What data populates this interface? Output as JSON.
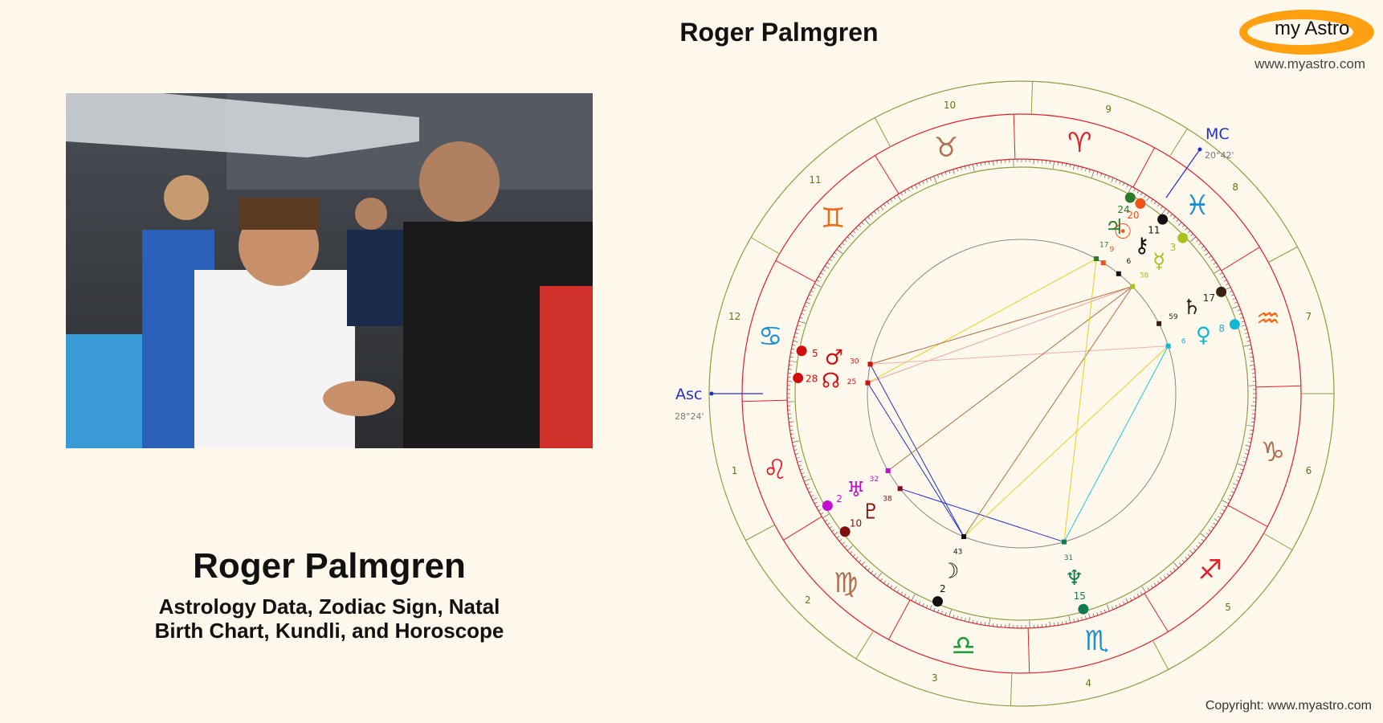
{
  "person": {
    "name": "Roger Palmgren",
    "subtitle_line1": "Astrology Data, Zodiac Sign, Natal",
    "subtitle_line2": "Birth Chart, Kundli, and Horoscope"
  },
  "chart": {
    "title": "Roger Palmgren"
  },
  "brand": {
    "logo_text": "my Astro",
    "url": "www.myastro.com",
    "copyright": "Copyright: www.myastro.com",
    "accent_color": "#ffa010"
  },
  "photo": {
    "description_icon": "photo-of-person"
  },
  "angles": {
    "asc_label": "Asc",
    "asc_degree": "28°24'",
    "mc_label": "MC",
    "mc_degree": "20°42'"
  },
  "signs": [
    {
      "name": "Aries",
      "glyph": "♈",
      "color": "#e0202a"
    },
    {
      "name": "Taurus",
      "glyph": "♉",
      "color": "#b07050"
    },
    {
      "name": "Gemini",
      "glyph": "♊",
      "color": "#f06a1a"
    },
    {
      "name": "Cancer",
      "glyph": "♋",
      "color": "#1a8fd6"
    },
    {
      "name": "Leo",
      "glyph": "♌",
      "color": "#e0202a"
    },
    {
      "name": "Virgo",
      "glyph": "♍",
      "color": "#b07050"
    },
    {
      "name": "Libra",
      "glyph": "♎",
      "color": "#1f9a3a"
    },
    {
      "name": "Scorpio",
      "glyph": "♏",
      "color": "#1a8fd6"
    },
    {
      "name": "Sagittarius",
      "glyph": "♐",
      "color": "#e0202a"
    },
    {
      "name": "Capricorn",
      "glyph": "♑",
      "color": "#b07050"
    },
    {
      "name": "Aquarius",
      "glyph": "♒",
      "color": "#f06a1a"
    },
    {
      "name": "Pisces",
      "glyph": "♓",
      "color": "#1a8fd6"
    }
  ],
  "houses": [
    "1",
    "2",
    "3",
    "4",
    "5",
    "6",
    "7",
    "8",
    "9",
    "10",
    "11",
    "12"
  ],
  "planets": [
    {
      "name": "Jupiter",
      "glyph": "♃",
      "degree": "24",
      "minute": "17",
      "color": "#2a7a2a"
    },
    {
      "name": "Sun",
      "glyph": "☉",
      "degree": "20",
      "minute": "9",
      "color": "#f0501a"
    },
    {
      "name": "Chiron",
      "glyph": "⚷",
      "degree": "11",
      "minute": "6",
      "color": "#111111"
    },
    {
      "name": "Mercury",
      "glyph": "☿",
      "degree": "3",
      "minute": "38",
      "color": "#a8c020"
    },
    {
      "name": "Saturn",
      "glyph": "♄",
      "degree": "17",
      "minute": "59",
      "color": "#3a2010"
    },
    {
      "name": "Venus",
      "glyph": "♀",
      "degree": "8",
      "minute": "6",
      "color": "#10b8d0"
    },
    {
      "name": "Node",
      "glyph": "☊",
      "degree": "28",
      "minute": "25",
      "color": "#d01010"
    },
    {
      "name": "Mars",
      "glyph": "♂",
      "degree": "5",
      "minute": "30",
      "color": "#d01010"
    },
    {
      "name": "Uranus",
      "glyph": "♅",
      "degree": "2",
      "minute": "32",
      "color": "#c010d0"
    },
    {
      "name": "Pluto",
      "glyph": "♇",
      "degree": "10",
      "minute": "38",
      "color": "#801010"
    },
    {
      "name": "Moon",
      "glyph": "☽",
      "degree": "2",
      "minute": "43",
      "color": "#111111"
    },
    {
      "name": "Neptune",
      "glyph": "♆",
      "degree": "15",
      "minute": "31",
      "color": "#107a50"
    }
  ]
}
